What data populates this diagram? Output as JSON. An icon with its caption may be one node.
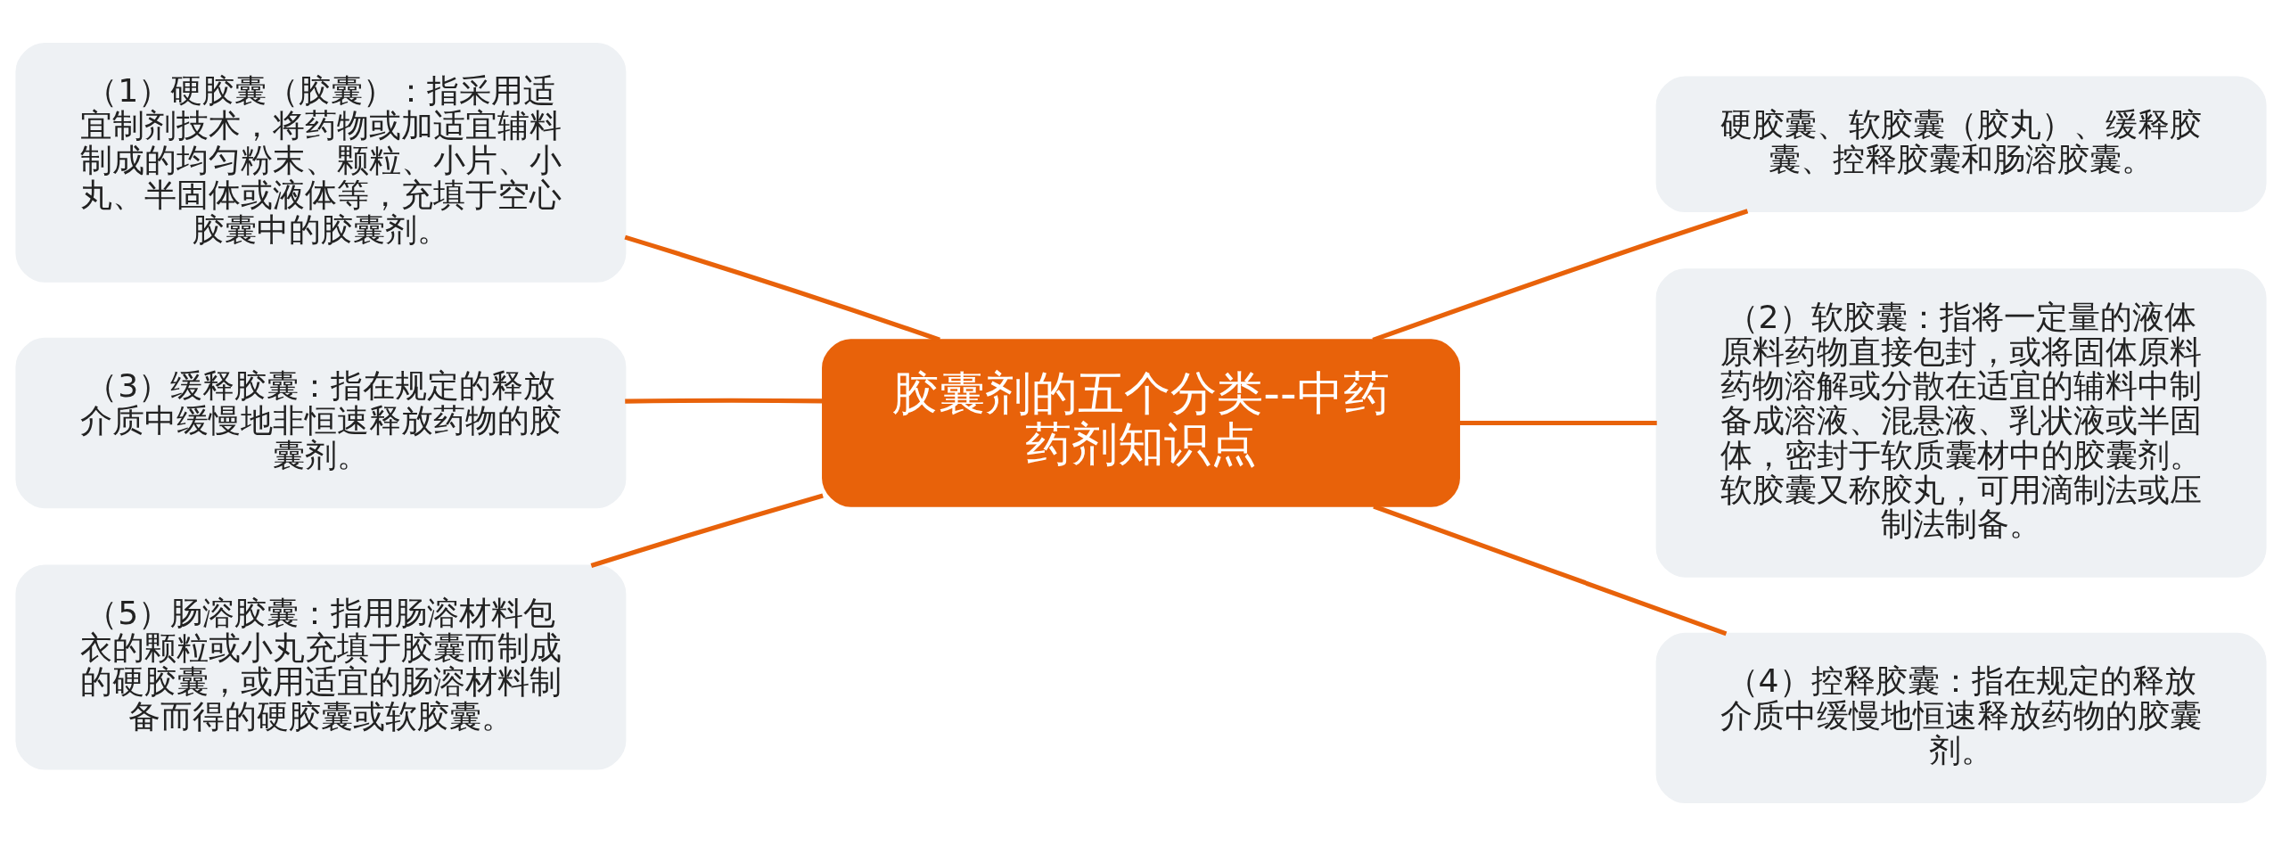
{
  "diagram": {
    "nodes": [
      {
        "text": [
          "胶囊剂的五个分类--中药药剂知识点"
        ]
      },
      {
        "text": [
          "（1）硬胶囊（胶囊）：指采用适宜制剂技术，将药物或加适宜辅料制成的均匀粉末、颗粒、小片、小丸、半固体或液体等，充填于空心胶囊中的胶囊剂。"
        ]
      },
      {
        "text": [
          "（3）缓释胶囊：指在规定的释放介质中缓慢地非恒速释放药物的胶囊剂。"
        ]
      },
      {
        "text": [
          "（5）肠溶胶囊：指用肠溶材料包衣的颗粒或小丸充填于胶囊而制成的硬胶囊，或用适宜的肠溶材料制备而得的硬胶囊或软胶囊。"
        ]
      },
      {
        "text": [
          "硬胶囊、软胶囊（胶丸）、缓释胶囊、控释胶囊和肠溶胶囊。"
        ]
      },
      {
        "text": [
          "（2）软胶囊：指将一定量的液体原料药物直接包封，或将固体原料药物溶解或分散在适宜的辅料中制备成溶液、混悬液、乳状液或半固体，密封于软质囊材中的胶囊剂。软胶囊又称胶丸，可用滴制法或压制法制备。"
        ]
      },
      {
        "text": [
          "（4）控释胶囊：指在规定的释放介质中缓慢地恒速释放药物的胶囊剂。"
        ]
      }
    ],
    "edges": [
      {
        "from": 0,
        "to": 1,
        "arrow": "none"
      },
      {
        "from": 0,
        "to": 2,
        "arrow": "none"
      },
      {
        "from": 0,
        "to": 3,
        "arrow": "none"
      },
      {
        "from": 0,
        "to": 4,
        "arrow": "none"
      },
      {
        "from": 0,
        "to": 5,
        "arrow": "none"
      },
      {
        "from": 0,
        "to": 6,
        "arrow": "none"
      }
    ]
  }
}
